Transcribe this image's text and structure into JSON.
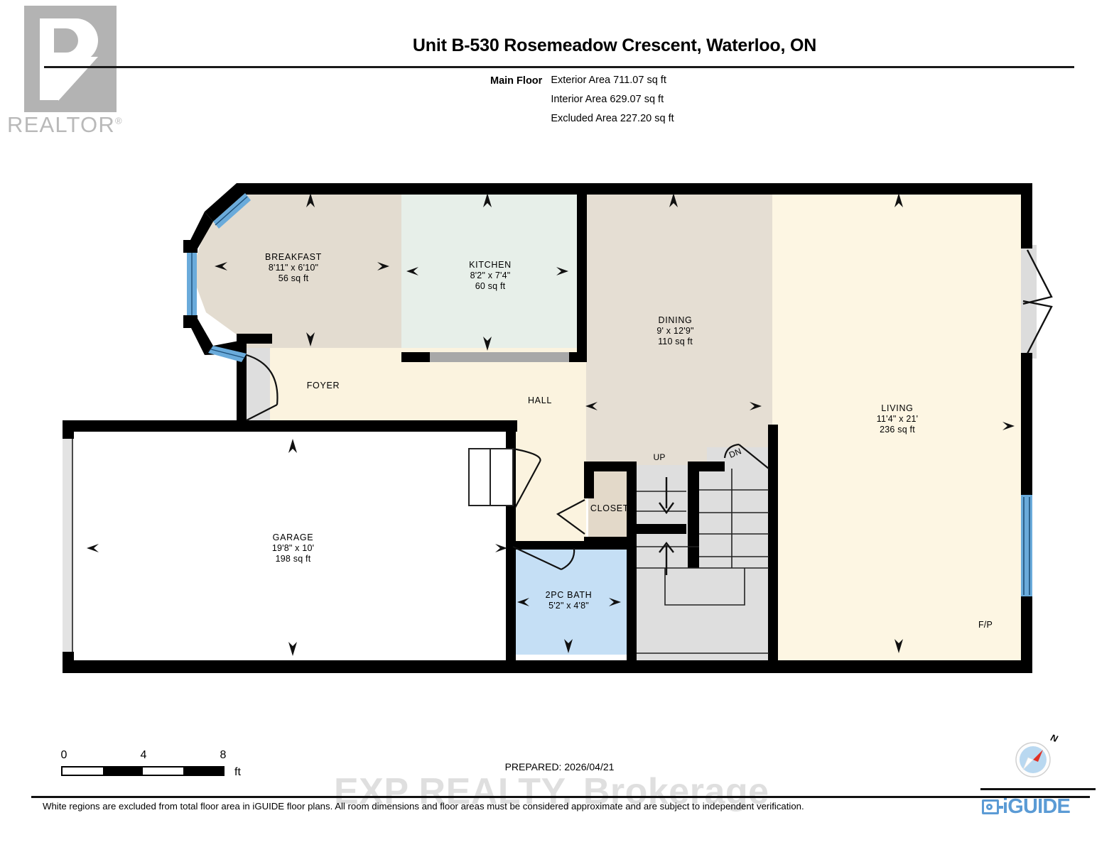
{
  "logo": {
    "realtor_text": "REALTOR",
    "realtor_sup": "®"
  },
  "header": {
    "title": "Unit B-530 Rosemeadow Crescent, Waterloo, ON",
    "floor_name": "Main Floor",
    "exterior_area": "Exterior Area 711.07 sq ft",
    "interior_area": "Interior Area 629.07 sq ft",
    "excluded_area": "Excluded Area 227.20 sq ft"
  },
  "rooms": [
    {
      "name": "BREAKFAST",
      "dims": "8'11\" x 6'10\"",
      "area": "56 sq ft",
      "color": "#e3dcd0"
    },
    {
      "name": "KITCHEN",
      "dims": "8'2\" x 7'4\"",
      "area": "60 sq ft",
      "color": "#e7efe9"
    },
    {
      "name": "DINING",
      "dims": "9' x 12'9\"",
      "area": "110 sq ft",
      "color": "#e5ded3"
    },
    {
      "name": "LIVING",
      "dims": "11'4\" x 21'",
      "area": "236 sq ft",
      "color": "#fdf6e3"
    },
    {
      "name": "FOYER",
      "dims": "",
      "area": "",
      "color": "#dedede"
    },
    {
      "name": "HALL",
      "dims": "",
      "area": "",
      "color": "#fbf3df"
    },
    {
      "name": "GARAGE",
      "dims": "19'8\" x 10'",
      "area": "198 sq ft",
      "color": "#ffffff"
    },
    {
      "name": "2PC BATH",
      "dims": "5'2\" x 4'8\"",
      "area": "",
      "color": "#c5dff5"
    },
    {
      "name": "CLOSET",
      "dims": "",
      "area": "",
      "color": "#e3d9c9"
    }
  ],
  "annotations": {
    "up": "UP",
    "down": "DN",
    "fireplace": "F/P"
  },
  "scale": {
    "ticks": [
      "0",
      "4",
      "8"
    ],
    "unit": "ft"
  },
  "prepared": "PREPARED: 2026/04/21",
  "disclaimer": "White regions are excluded from total floor area in iGUIDE floor plans. All room dimensions and floor areas must be considered approximate and are subject to independent verification.",
  "compass": {
    "north_label": "N"
  },
  "iguide": {
    "wordmark": "iGUIDE"
  },
  "watermark": {
    "brokerage": "EXP REALTY, Brokerage"
  },
  "colors": {
    "wall": "#000000",
    "window": "#6aabdb",
    "stairs": "#dedede",
    "counter": "#a8a8a8",
    "accent_blue": "#5b9bd5"
  }
}
